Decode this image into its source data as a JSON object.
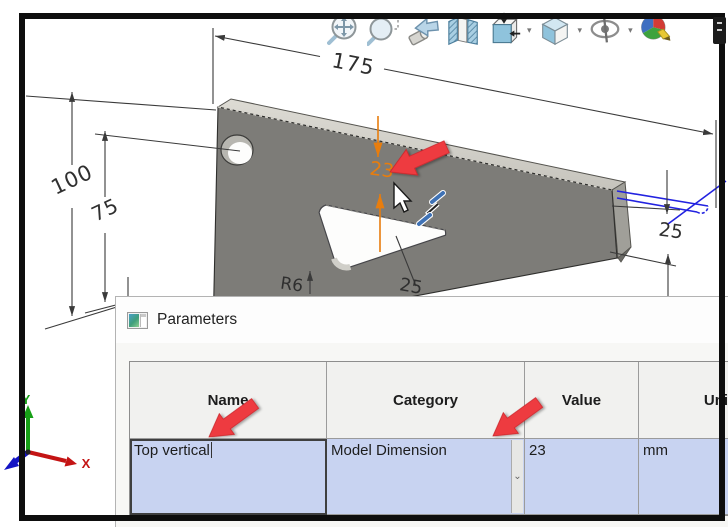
{
  "toolbar": {
    "icons": [
      "zoom-fit",
      "zoom-area",
      "previous-view",
      "section-view",
      "view-orientation",
      "display-style",
      "hide-show-items",
      "edit-appearance"
    ]
  },
  "viewport": {
    "dimensions": {
      "width": "175",
      "height": "100",
      "hole_height": "75",
      "right_height": "25",
      "fillet": "R6",
      "cutout_width": "25",
      "highlighted_value": "23"
    },
    "triad": {
      "x_label": "X",
      "y_label": "Y"
    },
    "colors": {
      "highlight_dimension": "#e87d0d",
      "sketch_blue": "#2222e0",
      "annotation_arrow": "#ee3b3f",
      "plate_front": "#7d7c78",
      "plate_top": "#d5d3cc"
    }
  },
  "dialog": {
    "title": "Parameters",
    "table": {
      "headers": [
        "Name",
        "Category",
        "Value",
        "Unit"
      ],
      "row": {
        "name": "Top vertical",
        "category": "Model Dimension",
        "value": "23",
        "unit": "mm"
      },
      "row_highlight_color": "#c8d3f1"
    }
  }
}
